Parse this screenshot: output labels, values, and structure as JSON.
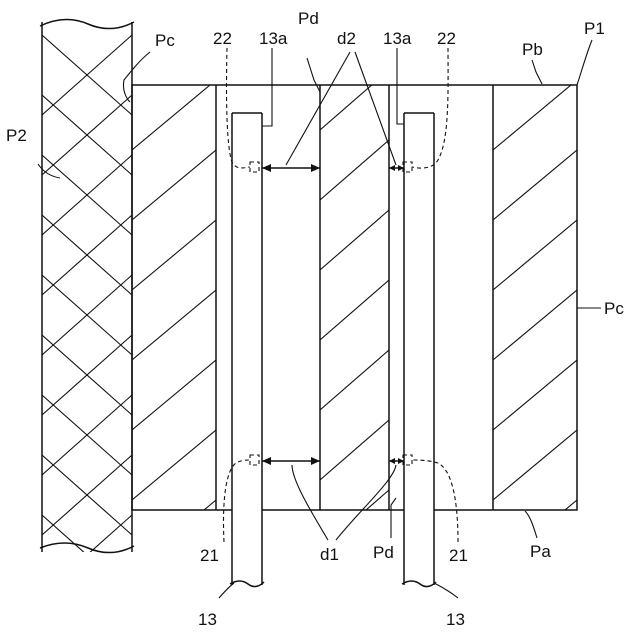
{
  "labels": {
    "p2": "P2",
    "pc_top": "Pc",
    "num22_left": "22",
    "num13a_left": "13a",
    "pd_top": "Pd",
    "d2": "d2",
    "num13a_right": "13a",
    "num22_right": "22",
    "pb": "Pb",
    "p1": "P1",
    "pc_right": "Pc",
    "num21_left": "21",
    "d1": "d1",
    "pd_bottom": "Pd",
    "num21_right": "21",
    "pa": "Pa",
    "num13_left": "13",
    "num13_right": "13"
  },
  "colors": {
    "line": "#111111",
    "background": "#ffffff"
  }
}
